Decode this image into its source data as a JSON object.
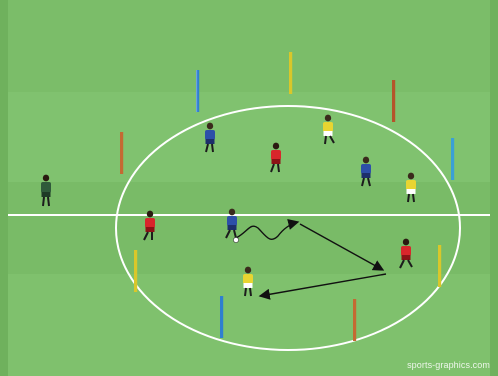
{
  "watermark": "sports-graphics.com",
  "colors": {
    "grass_light": "#7ec06c",
    "grass_dark": "#74b862",
    "line": "#ffffff",
    "team_blue": "#2d4fa8",
    "team_red": "#d8262b",
    "team_yellow": "#e8d531",
    "keeper": "#2f5a3a"
  },
  "poles": [
    {
      "name": "pole-blue-top",
      "color": "#2f7fd0"
    },
    {
      "name": "pole-yellow-top",
      "color": "#d9c72a"
    },
    {
      "name": "pole-orange-top-right",
      "color": "#b5542a"
    },
    {
      "name": "pole-orange-left",
      "color": "#c46a33"
    },
    {
      "name": "pole-blue-right",
      "color": "#3aa0d6"
    },
    {
      "name": "pole-yellow-left-bottom",
      "color": "#d9c72a"
    },
    {
      "name": "pole-yellow-right-bottom",
      "color": "#d9c72a"
    },
    {
      "name": "pole-blue-bottom",
      "color": "#2f7fd0"
    },
    {
      "name": "pole-orange-bottom",
      "color": "#c46a33"
    }
  ],
  "players": [
    {
      "name": "player-blue-1",
      "team": "blue"
    },
    {
      "name": "player-blue-2",
      "team": "blue"
    },
    {
      "name": "player-blue-with-ball",
      "team": "blue"
    },
    {
      "name": "player-red-1",
      "team": "red"
    },
    {
      "name": "player-red-2",
      "team": "red"
    },
    {
      "name": "player-red-3",
      "team": "red"
    },
    {
      "name": "player-yellow-1",
      "team": "yellow"
    },
    {
      "name": "player-yellow-2",
      "team": "yellow"
    },
    {
      "name": "player-yellow-3",
      "team": "yellow"
    },
    {
      "name": "goalkeeper",
      "team": "keeper"
    }
  ]
}
